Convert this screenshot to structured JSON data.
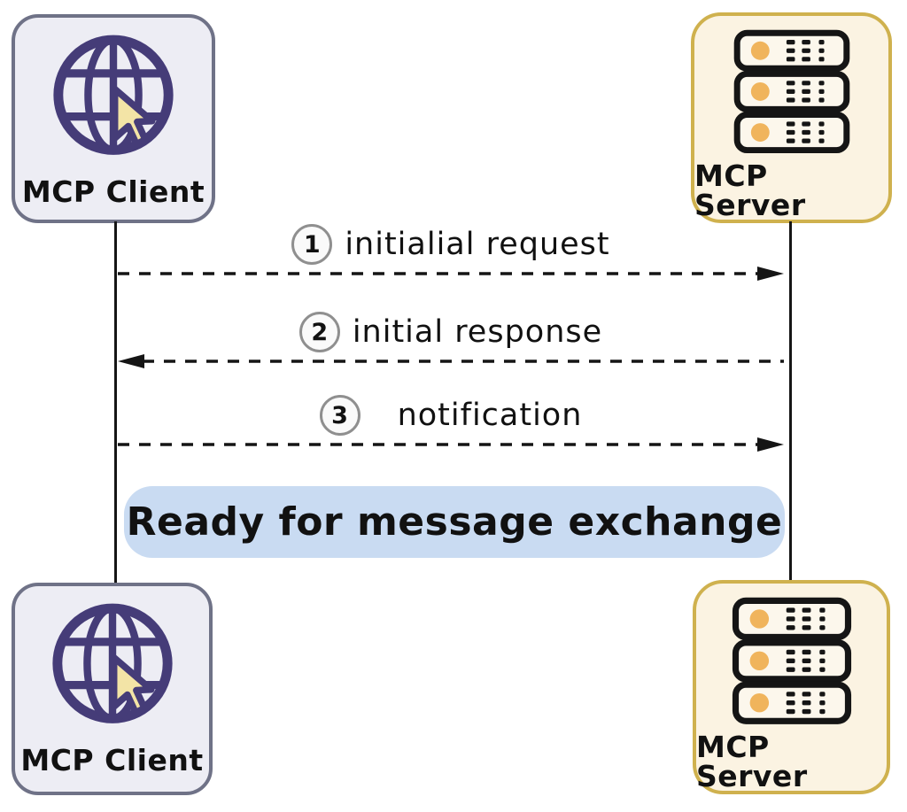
{
  "actors": {
    "client_top": "MCP Client",
    "server_top": "MCP Server",
    "client_bottom": "MCP Client",
    "server_bottom": "MCP Server"
  },
  "messages": [
    {
      "step": "1",
      "label": "initialial request",
      "direction": "right"
    },
    {
      "step": "2",
      "label": "initial response",
      "direction": "left"
    },
    {
      "step": "3",
      "label": "notification",
      "direction": "right"
    }
  ],
  "banner": {
    "text": "Ready for message exchange"
  },
  "icons": {
    "client": "globe-with-cursor-icon",
    "server": "server-stack-icon"
  },
  "colors": {
    "client_bg": "#EDEDF4",
    "client_border": "#6F7287",
    "globe": "#453C78",
    "cursor_fill": "#F3E4A6",
    "server_bg": "#FBF3E2",
    "server_border": "#CFB14E",
    "server_row": "#FCF7EC",
    "server_dot": "#F0B45C",
    "badge_bg": "#FAFAFA",
    "badge_border": "#8F8F8F",
    "banner_bg": "#C9DBF2",
    "ink": "#151515"
  }
}
